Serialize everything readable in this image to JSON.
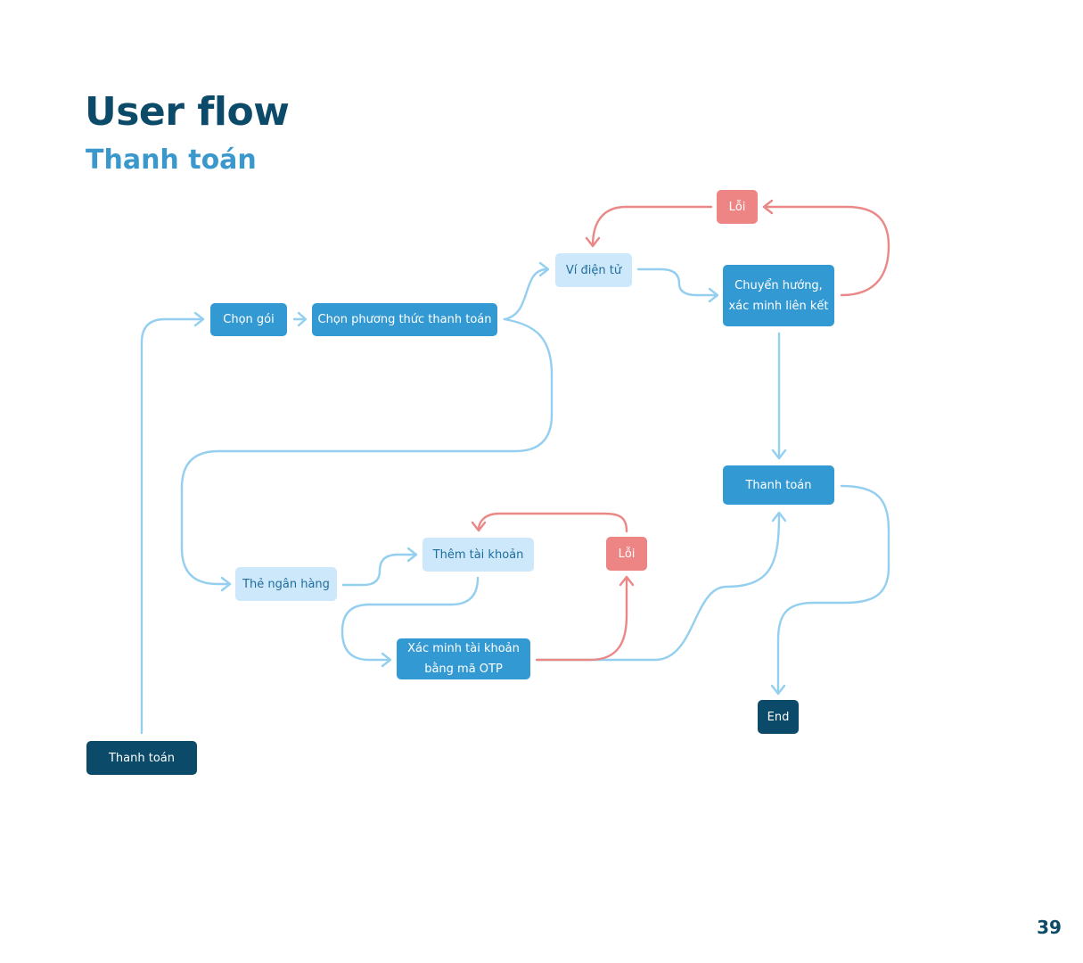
{
  "header": {
    "title": "User flow",
    "subtitle": "Thanh toán"
  },
  "page_number": "39",
  "colors": {
    "title": "#0b4a68",
    "subtitle": "#3a98cc",
    "node_primary": "#3399d3",
    "node_light": "#cde8fb",
    "node_error": "#ed8585",
    "node_dark": "#0b4a68",
    "connector_blue": "#94cff0",
    "connector_red": "#ea8787"
  },
  "nodes": {
    "start": "Thanh toán",
    "choose_package": "Chọn gói",
    "choose_method": "Chọn phương thức thanh toán",
    "e_wallet": "Ví điện tử",
    "redirect_verify": "Chuyển hướng,\nxác minh liên kết",
    "error_top": "Lỗi",
    "payment": "Thanh toán",
    "bank_card": "Thẻ ngân hàng",
    "add_account": "Thêm tài khoản",
    "verify_otp": "Xác minh tài khoản\nbằng mã OTP",
    "error_bottom": "Lỗi",
    "end": "End"
  }
}
